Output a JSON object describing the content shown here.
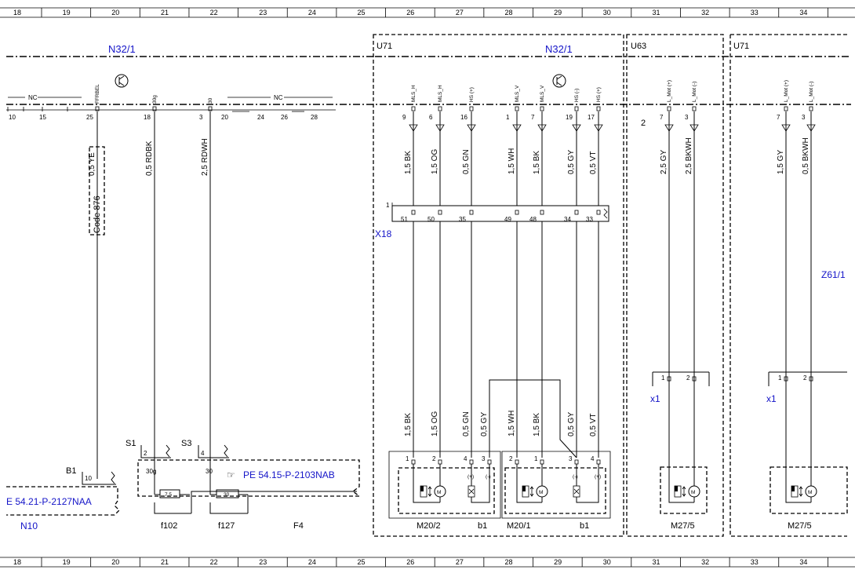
{
  "ruler": {
    "top_numbers": [
      "18",
      "19",
      "20",
      "21",
      "22",
      "23",
      "24",
      "25",
      "26",
      "27",
      "28",
      "29",
      "30",
      "31",
      "32",
      "33",
      "34"
    ],
    "bottom_numbers": [
      "18",
      "19",
      "20",
      "21",
      "22",
      "23",
      "24",
      "25",
      "26",
      "27",
      "28",
      "29",
      "30",
      "31",
      "32",
      "33",
      "34"
    ]
  },
  "modules": {
    "n32_left": "N32/1",
    "u71_left": "U71",
    "n32_right": "N32/1",
    "u63": "U63",
    "u71_right": "U71",
    "x18": "X18",
    "z61": "Z61/1",
    "n10": "N10",
    "f4": "F4"
  },
  "connector_top": {
    "nc1": "NC",
    "nc2": "NC",
    "pins_left": [
      {
        "num": "10"
      },
      {
        "num": "15"
      },
      {
        "num": "25",
        "sig": "FFRBEL"
      },
      {
        "num": "18",
        "sig": "30g"
      },
      {
        "num": "3",
        "sig": "30"
      },
      {
        "num": "20"
      },
      {
        "num": "24"
      },
      {
        "num": "26"
      },
      {
        "num": "28"
      }
    ],
    "pins_right": [
      {
        "num": "9",
        "sig": "MLS_H"
      },
      {
        "num": "6",
        "sig": "MLS_H"
      },
      {
        "num": "16",
        "sig": "HS (+)"
      },
      {
        "num": "1",
        "sig": "MLS_V"
      },
      {
        "num": "7",
        "sig": "MLS_V"
      },
      {
        "num": "19",
        "sig": "HS (-)"
      },
      {
        "num": "17",
        "sig": "HS (+)"
      }
    ],
    "u63_pins": [
      {
        "num": "7",
        "sig": "L_Mot (+)"
      },
      {
        "num": "3",
        "sig": "L_Mot (-)"
      }
    ],
    "u63_prefix": "2",
    "u71r_pins": [
      {
        "num": "7",
        "sig": "L_Mot (+)"
      },
      {
        "num": "3",
        "sig": "L_Mot (-)"
      }
    ]
  },
  "wires_upper": [
    "0,5 YE",
    "0,5 RDBK",
    "2,5 RDWH",
    "1,5 BK",
    "1,5 OG",
    "0,5 GN",
    "1,5 WH",
    "1,5 BK",
    "0,5 GY",
    "0,5 VT",
    "2,5 GY",
    "2,5 BKWH",
    "1,5 GY",
    "0,5 BKWH"
  ],
  "code_box": "Code 876",
  "x18_pins": {
    "first": "1",
    "pins": [
      "51",
      "50",
      "35",
      "49",
      "48",
      "34",
      "33"
    ]
  },
  "wires_lower": [
    "1,5 BK",
    "1,5 OG",
    "0,5 GN",
    "0,5 GY",
    "1,5 WH",
    "1,5 BK",
    "0,5 GY",
    "0,5 VT"
  ],
  "x1": {
    "label_left": "x1",
    "label_right": "x1",
    "pins": [
      "1",
      "2"
    ]
  },
  "bottom": {
    "s1": "S1",
    "s3": "S3",
    "b1": "B1",
    "s1_pin": "2",
    "s3_pin": "4",
    "b1_pin": "10",
    "f4_30g": "30g",
    "f4_30": "30",
    "ref1": "PE 54.15-P-2103NAB",
    "ref2": "E 54.21-P-2127NAA",
    "fuse1": "7,5",
    "fuse2": "30",
    "f102": "f102",
    "f127": "f127",
    "m20_2": "M20/2",
    "b1a": "b1",
    "m20_1": "M20/1",
    "b1b": "b1",
    "m27_a": "M27/5",
    "m27_b": "M27/5",
    "m20_pins": [
      "1",
      "2",
      "4",
      "3",
      "2",
      "1",
      "3",
      "4"
    ],
    "m20_signs": [
      "(+)",
      "(-)",
      "(-)",
      "(+)"
    ],
    "m27_pins": [
      "1",
      "2"
    ]
  }
}
